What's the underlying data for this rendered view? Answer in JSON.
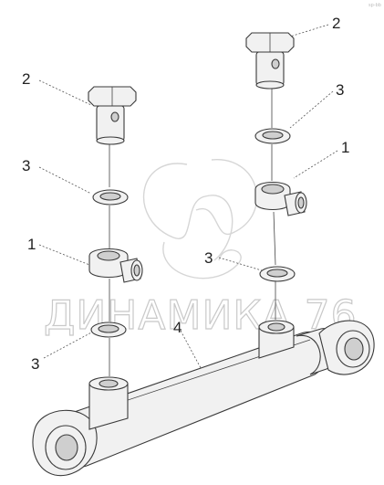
{
  "watermark": {
    "text": "ДИНАМИКА 76"
  },
  "corner_mark": "sp-bb",
  "callouts": {
    "bolt_left": "2",
    "bolt_right": "2",
    "washer_right_top": "3",
    "washer_left_top": "3",
    "banjo_right": "1",
    "banjo_left": "1",
    "washer_right_bottom": "3",
    "washer_left_bottom": "3",
    "cylinder": "4"
  }
}
